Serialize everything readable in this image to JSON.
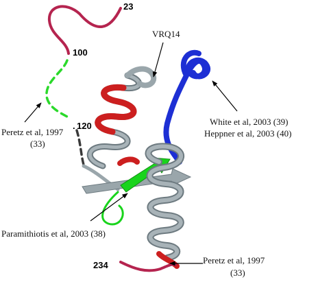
{
  "colors": {
    "loop_red": "#b5244f",
    "helix_grey": "#9aa6ab",
    "helix_dark": "#6d7a80",
    "epitope_red": "#cc1f1f",
    "blue_region": "#1d2fd4",
    "green_region": "#19d41c",
    "dashed_green": "#2bd92b",
    "dashed_dark": "#3a3a3a",
    "arrow": "#000000"
  },
  "residues": {
    "n_term": "23",
    "r100": "100",
    "r120": "120",
    "c_term": "234"
  },
  "annotations": {
    "vrq14": "VRQ14",
    "white": "White et al, 2003 (39)",
    "heppner": "Heppner et al, 2003 (40)",
    "peretz_left_line1": "Peretz et al, 1997",
    "peretz_left_line2": "(33)",
    "paramithiotis": "Paramithiotis et al, 2003 (38)",
    "peretz_right_line1": "Peretz et al, 1997",
    "peretz_right_line2": "(33)"
  }
}
